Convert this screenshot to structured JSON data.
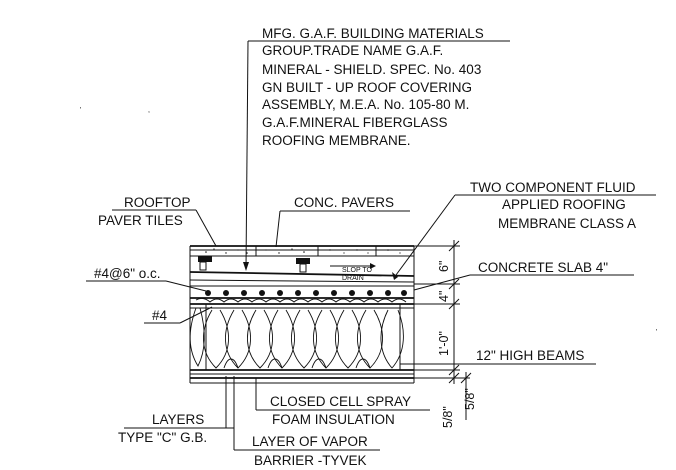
{
  "spec_note": [
    "MFG. G.A.F. BUILDING MATERIALS",
    "GROUP.TRADE NAME G.A.F.",
    "MINERAL - SHIELD. SPEC. No. 403",
    "GN BUILT - UP ROOF COVERING",
    "ASSEMBLY, M.E.A. No. 105-80 M.",
    "G.A.F.MINERAL FIBERGLASS",
    "ROOFING MEMBRANE."
  ],
  "labels": {
    "rooftop_line1": "ROOFTOP",
    "rooftop_line2": "PAVER TILES",
    "conc_pavers": "CONC. PAVERS",
    "fluid_line1": "TWO COMPONENT FLUID",
    "fluid_line2": "APPLIED ROOFING",
    "fluid_line3": "MEMBRANE CLASS A",
    "rebar_spacing": "#4@6\" o.c.",
    "rebar": "#4",
    "concrete_slab": "CONCRETE SLAB  4\"",
    "beams": "12\" HIGH BEAMS",
    "spray_line1": "CLOSED CELL SPRAY",
    "spray_line2": "FOAM INSULATION",
    "layers_line1": "LAYERS",
    "layers_line2": "TYPE \"C\" G.B.",
    "vapor_line1": "LAYER OF VAPOR",
    "vapor_line2": "BARRIER -TYVEK",
    "slope_line1": "SLOP TO",
    "slope_line2": "DRAIN"
  },
  "dimensions": {
    "pavers": "6\"",
    "slab": "4\"",
    "beams": "1'-0\"",
    "board_a": "5/8\"",
    "board_b": "5/8\""
  }
}
